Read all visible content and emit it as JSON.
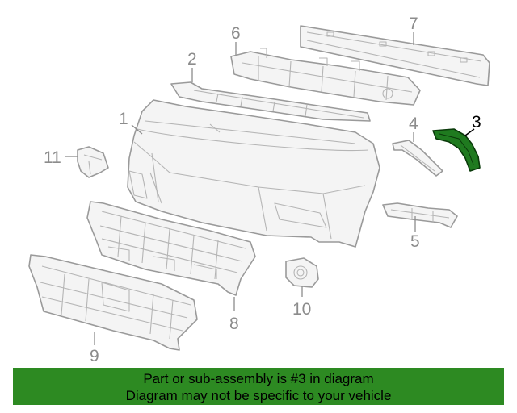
{
  "diagram": {
    "callouts": [
      {
        "id": "1",
        "label": "1"
      },
      {
        "id": "2",
        "label": "2"
      },
      {
        "id": "3",
        "label": "3"
      },
      {
        "id": "4",
        "label": "4"
      },
      {
        "id": "5",
        "label": "5"
      },
      {
        "id": "6",
        "label": "6"
      },
      {
        "id": "7",
        "label": "7"
      },
      {
        "id": "8",
        "label": "8"
      },
      {
        "id": "9",
        "label": "9"
      },
      {
        "id": "10",
        "label": "10"
      },
      {
        "id": "11",
        "label": "11"
      }
    ],
    "highlighted_part": "3",
    "colors": {
      "highlight": "#1f7a1f",
      "banner_bg": "#2d8a22",
      "line_art": "#9a9a9a"
    }
  },
  "banner": {
    "line1": "Part or sub-assembly is #3 in diagram",
    "line2": "Diagram may not be specific to your vehicle"
  }
}
